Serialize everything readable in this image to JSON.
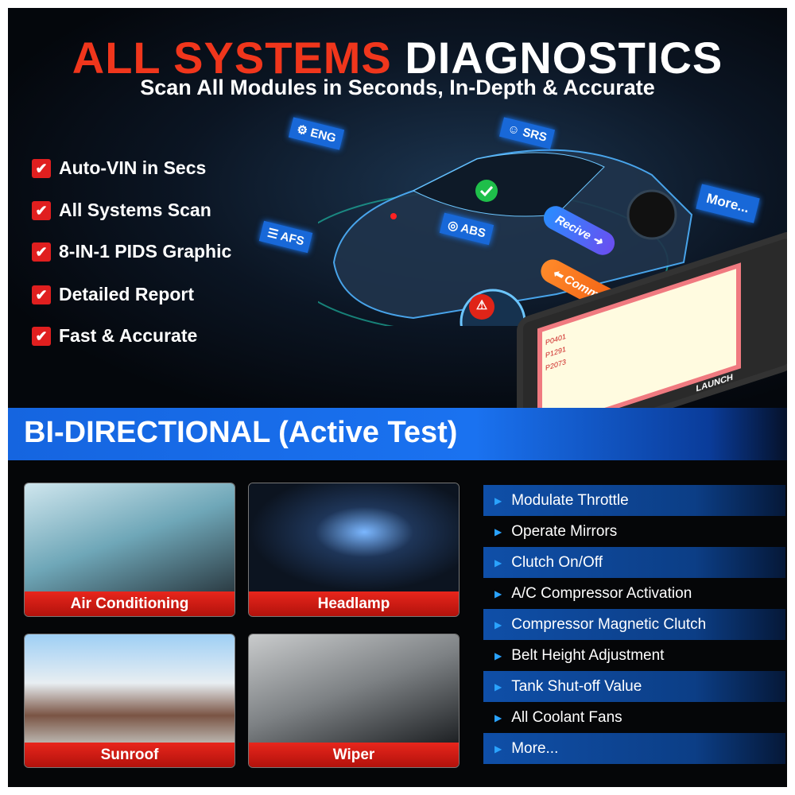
{
  "header": {
    "title_red": "ALL SYSTEMS",
    "title_white": "DIAGNOSTICS",
    "subtitle": "Scan All Modules in Seconds, In-Depth & Accurate"
  },
  "features": [
    "Auto-VIN in Secs",
    "All Systems Scan",
    "8-IN-1 PIDS Graphic",
    "Detailed Report",
    "Fast & Accurate"
  ],
  "car_tags": {
    "eng": "ENG",
    "srs": "SRS",
    "afs": "AFS",
    "abs": "ABS",
    "more": "More..."
  },
  "arrows": {
    "receive": "Recive",
    "command": "Command"
  },
  "device": {
    "brand": "LAUNCH",
    "codes": [
      "P0401",
      "P1291",
      "P2073"
    ]
  },
  "banner": {
    "title": "BI-DIRECTIONAL (Active Test)"
  },
  "cards": [
    "Air Conditioning",
    "Headlamp",
    "Sunroof",
    "Wiper"
  ],
  "tests": [
    "Modulate Throttle",
    "Operate Mirrors",
    "Clutch On/Off",
    "A/C Compressor Activation",
    "Compressor Magnetic Clutch",
    "Belt Height Adjustment",
    "Tank Shut-off Value",
    "All Coolant Fans",
    "More..."
  ]
}
